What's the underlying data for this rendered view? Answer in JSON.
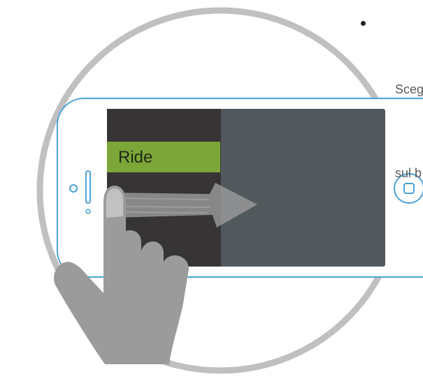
{
  "caption": {
    "line1": "Sceg",
    "line2": "sul b"
  },
  "menu": {
    "items": [
      {
        "label": "Ride",
        "selected": true
      }
    ]
  },
  "colors": {
    "ring": "#c0c0c0",
    "phone_outline": "#4aa3d6",
    "menu_background": "#373435",
    "menu_selected": "#7da639",
    "content_panel": "#51595d",
    "hand": "#9b9b9b",
    "arrow": "#9a9a9a"
  },
  "icons": {
    "home_button": "home-button-icon",
    "front_camera": "front-camera-icon",
    "speaker": "speaker-icon",
    "hand": "pointing-hand-icon",
    "swipe_arrow": "swipe-right-arrow-icon"
  }
}
